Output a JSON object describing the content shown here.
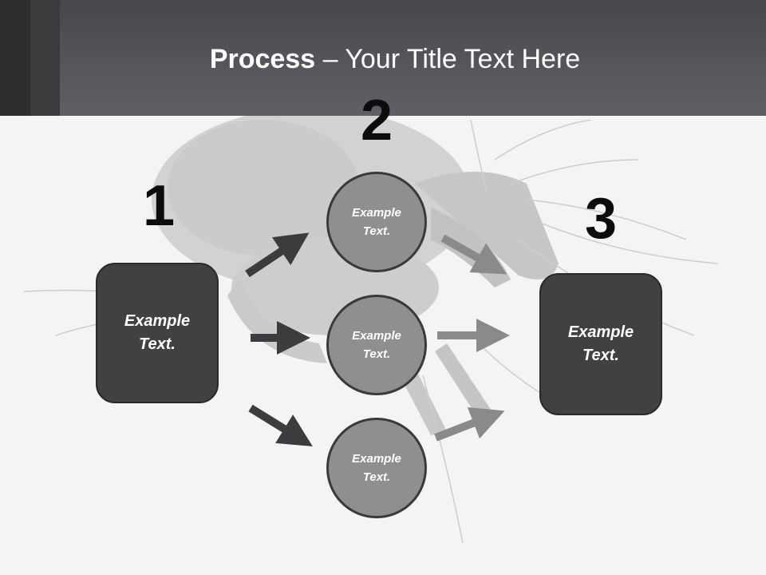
{
  "title": {
    "bold": "Process",
    "rest": " – Your Title Text Here"
  },
  "steps": {
    "one": "1",
    "two": "2",
    "three": "3"
  },
  "left_box": {
    "text": "Example Text."
  },
  "right_box": {
    "text": "Example Text."
  },
  "circles": [
    {
      "text": "Example Text."
    },
    {
      "text": "Example Text."
    },
    {
      "text": "Example Text."
    }
  ],
  "colors": {
    "header": "#55555a",
    "box_fill": "#414144",
    "circle_fill": "#8f8f8f",
    "dark_arrow": "#3c3c3e",
    "light_arrow": "#8a8a8a"
  }
}
